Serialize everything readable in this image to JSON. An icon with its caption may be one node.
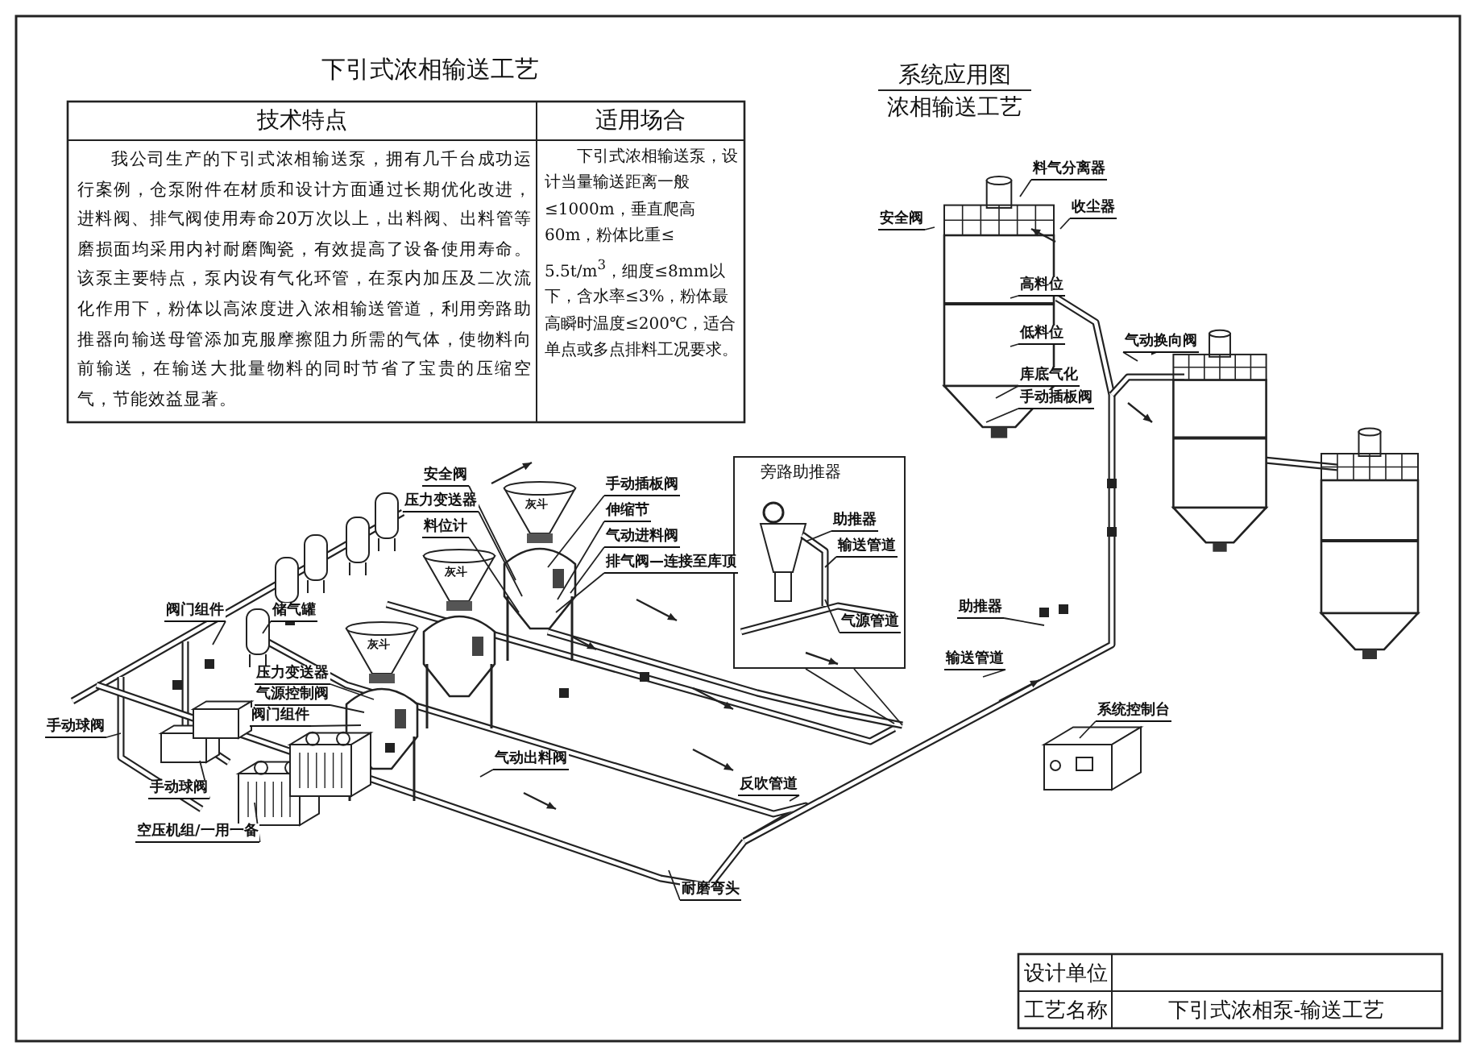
{
  "diagram": {
    "title": "下引式浓相输送工艺",
    "nodes": [
      {
        "text": [
          "旁路助推器"
        ]
      },
      {
        "text": [
          "助推器"
        ],
        "in": 0
      },
      {
        "text": [
          "输送管道"
        ],
        "in": 0
      },
      {
        "text": [
          "气源管道"
        ],
        "in": 0
      },
      {
        "text": [
          "料气分离器"
        ]
      },
      {
        "text": [
          "安全阀"
        ]
      },
      {
        "text": [
          "收尘器"
        ]
      },
      {
        "text": [
          "高料位"
        ]
      },
      {
        "text": [
          "低料位"
        ]
      },
      {
        "text": [
          "库底气化"
        ]
      },
      {
        "text": [
          "手动插板阀"
        ]
      },
      {
        "text": [
          "气动换向阀"
        ]
      },
      {
        "text": [
          "安全阀"
        ]
      },
      {
        "text": [
          "压力变送器"
        ]
      },
      {
        "text": [
          "料位计"
        ]
      },
      {
        "text": [
          "手动插板阀"
        ]
      },
      {
        "text": [
          "伸缩节"
        ]
      },
      {
        "text": [
          "气动进料阀"
        ]
      },
      {
        "text": [
          "排气阀—连接至库顶"
        ]
      },
      {
        "text": [
          "阀门组件"
        ]
      },
      {
        "text": [
          "储气罐"
        ]
      },
      {
        "text": [
          "压力变送器"
        ]
      },
      {
        "text": [
          "气源控制阀"
        ]
      },
      {
        "text": [
          "阀门组件"
        ]
      },
      {
        "text": [
          "手动球阀"
        ]
      },
      {
        "text": [
          "助推器"
        ]
      },
      {
        "text": [
          "输送管道"
        ]
      },
      {
        "text": [
          "系统控制台"
        ]
      },
      {
        "text": [
          "手动球阀"
        ]
      },
      {
        "text": [
          "气动出料阀"
        ]
      },
      {
        "text": [
          "反吹管道"
        ]
      },
      {
        "text": [
          "空压机组/一用一备"
        ]
      },
      {
        "text": [
          "耐磨弯头"
        ]
      }
    ],
    "edges": [
      {
        "from": 1,
        "to": null,
        "arrow": "none"
      },
      {
        "from": 2,
        "to": null,
        "arrow": "none"
      },
      {
        "from": 3,
        "to": null,
        "arrow": "none"
      },
      {
        "from": 4,
        "to": null,
        "arrow": "none"
      },
      {
        "from": 5,
        "to": null,
        "arrow": "none"
      },
      {
        "from": 6,
        "to": null,
        "arrow": "none"
      },
      {
        "from": 7,
        "to": null,
        "arrow": "none"
      },
      {
        "from": 8,
        "to": null,
        "arrow": "none"
      },
      {
        "from": 9,
        "to": null,
        "arrow": "none"
      },
      {
        "from": 10,
        "to": null,
        "arrow": "none"
      },
      {
        "from": 11,
        "to": null,
        "arrow": "none"
      },
      {
        "from": 12,
        "to": null,
        "arrow": "none"
      },
      {
        "from": 13,
        "to": null,
        "arrow": "none"
      },
      {
        "from": 14,
        "to": null,
        "arrow": "none"
      },
      {
        "from": 15,
        "to": null,
        "arrow": "none"
      },
      {
        "from": 16,
        "to": null,
        "arrow": "none"
      },
      {
        "from": 17,
        "to": null,
        "arrow": "none"
      },
      {
        "from": 18,
        "to": null,
        "arrow": "none"
      },
      {
        "from": 19,
        "to": null,
        "arrow": "none"
      },
      {
        "from": 20,
        "to": null,
        "arrow": "none"
      },
      {
        "from": 21,
        "to": null,
        "arrow": "none"
      },
      {
        "from": 22,
        "to": null,
        "arrow": "none"
      },
      {
        "from": 23,
        "to": null,
        "arrow": "none"
      },
      {
        "from": 24,
        "to": null,
        "arrow": "none"
      },
      {
        "from": 25,
        "to": null,
        "arrow": "none"
      },
      {
        "from": 26,
        "to": null,
        "arrow": "none"
      },
      {
        "from": 27,
        "to": null,
        "arrow": "none"
      },
      {
        "from": 28,
        "to": null,
        "arrow": "none"
      },
      {
        "from": 29,
        "to": null,
        "arrow": "none"
      },
      {
        "from": 30,
        "to": null,
        "arrow": "none"
      },
      {
        "from": 31,
        "to": null,
        "arrow": "none"
      },
      {
        "from": 32,
        "to": null,
        "arrow": "none"
      },
      {
        "from": 0,
        "to": null,
        "arrow": "none"
      },
      {
        "from": 0,
        "to": null,
        "arrow": "none"
      }
    ],
    "labels": [
      "系统应用图",
      "浓相输送工艺",
      "技术特点",
      "适用场合",
      "我公司生产的下引式浓相输送泵，拥有几千台成功运行案例，仓泵附件在材质和设计方面通过长期优化改进，进料阀、排气阀使用寿命20万次以上，出料阀、出料管等磨损面均采用内衬耐磨陶瓷，有效提高了设备使用寿命。该泵主要特点，泵内设有气化环管，在泵内加压及二次流化作用下，粉体以高浓度进入浓相输送管道，利用旁路助推器向输送母管添加克服摩擦阻力所需的气体，使物料向前输送，在输送大批量物料的同时节省了宝贵的压缩空气，节能效益显著。",
      "下引式浓相输送泵，设计当量输送距离一般≤1000m，垂直爬高60m，粉体比重≤ 5.5t/m$^{3}$，细度≤8mm以下，含水率≤3%，粉体最高瞬时温度≤200℃，适合单点或多点排料工况要求。",
      "灰斗",
      "灰斗",
      "灰斗",
      "设计单位",
      "工艺名称",
      "下引式浓相泵-输送工艺"
    ]
  }
}
